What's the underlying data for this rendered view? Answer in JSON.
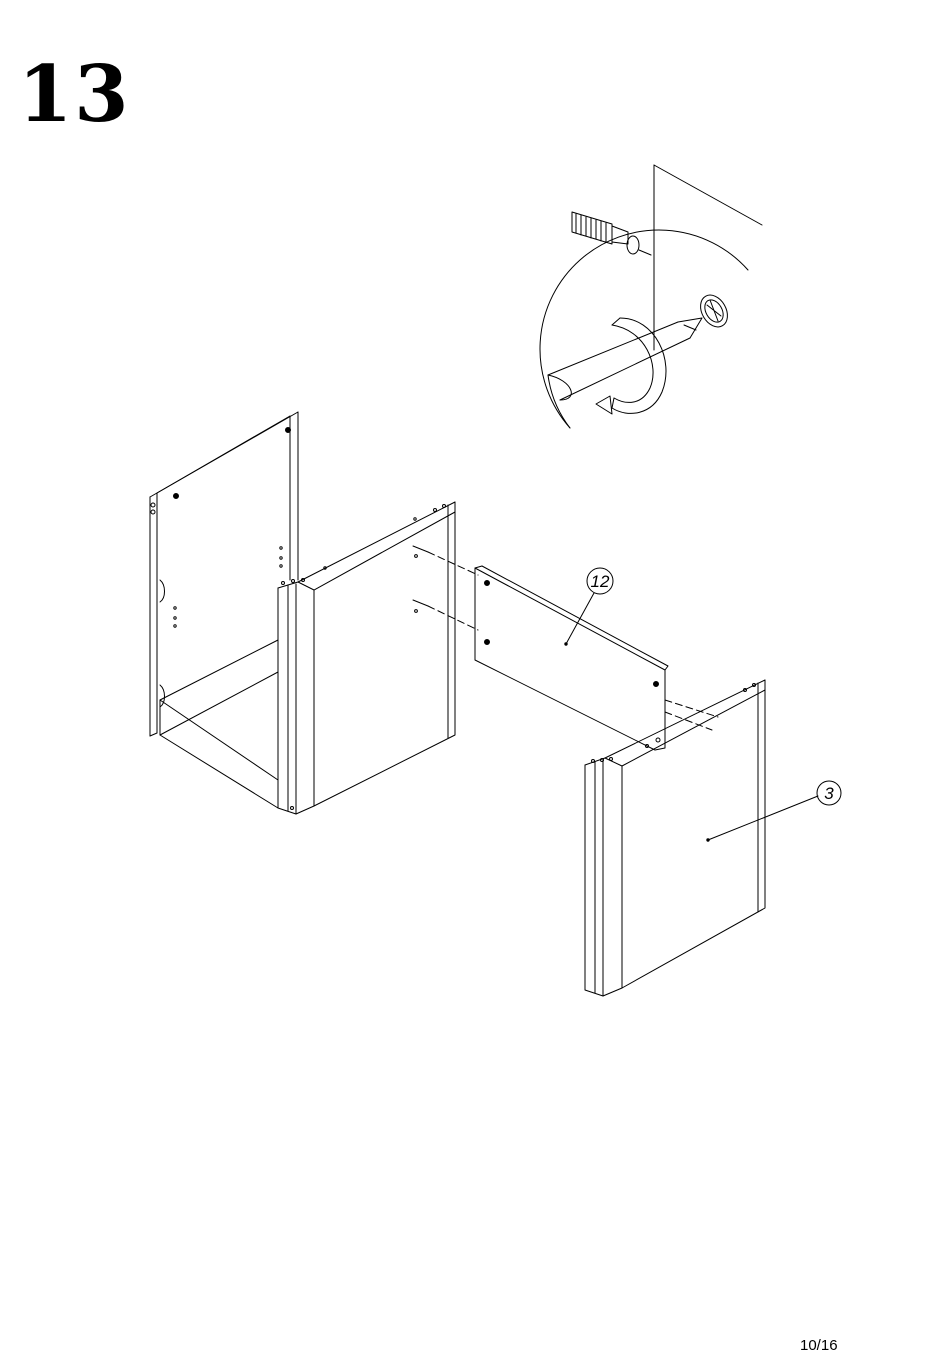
{
  "step": {
    "number": "13"
  },
  "callouts": [
    {
      "id": "panel-12",
      "label": "12"
    },
    {
      "id": "panel-3",
      "label": "3"
    }
  ],
  "page": {
    "number": "10/16"
  }
}
